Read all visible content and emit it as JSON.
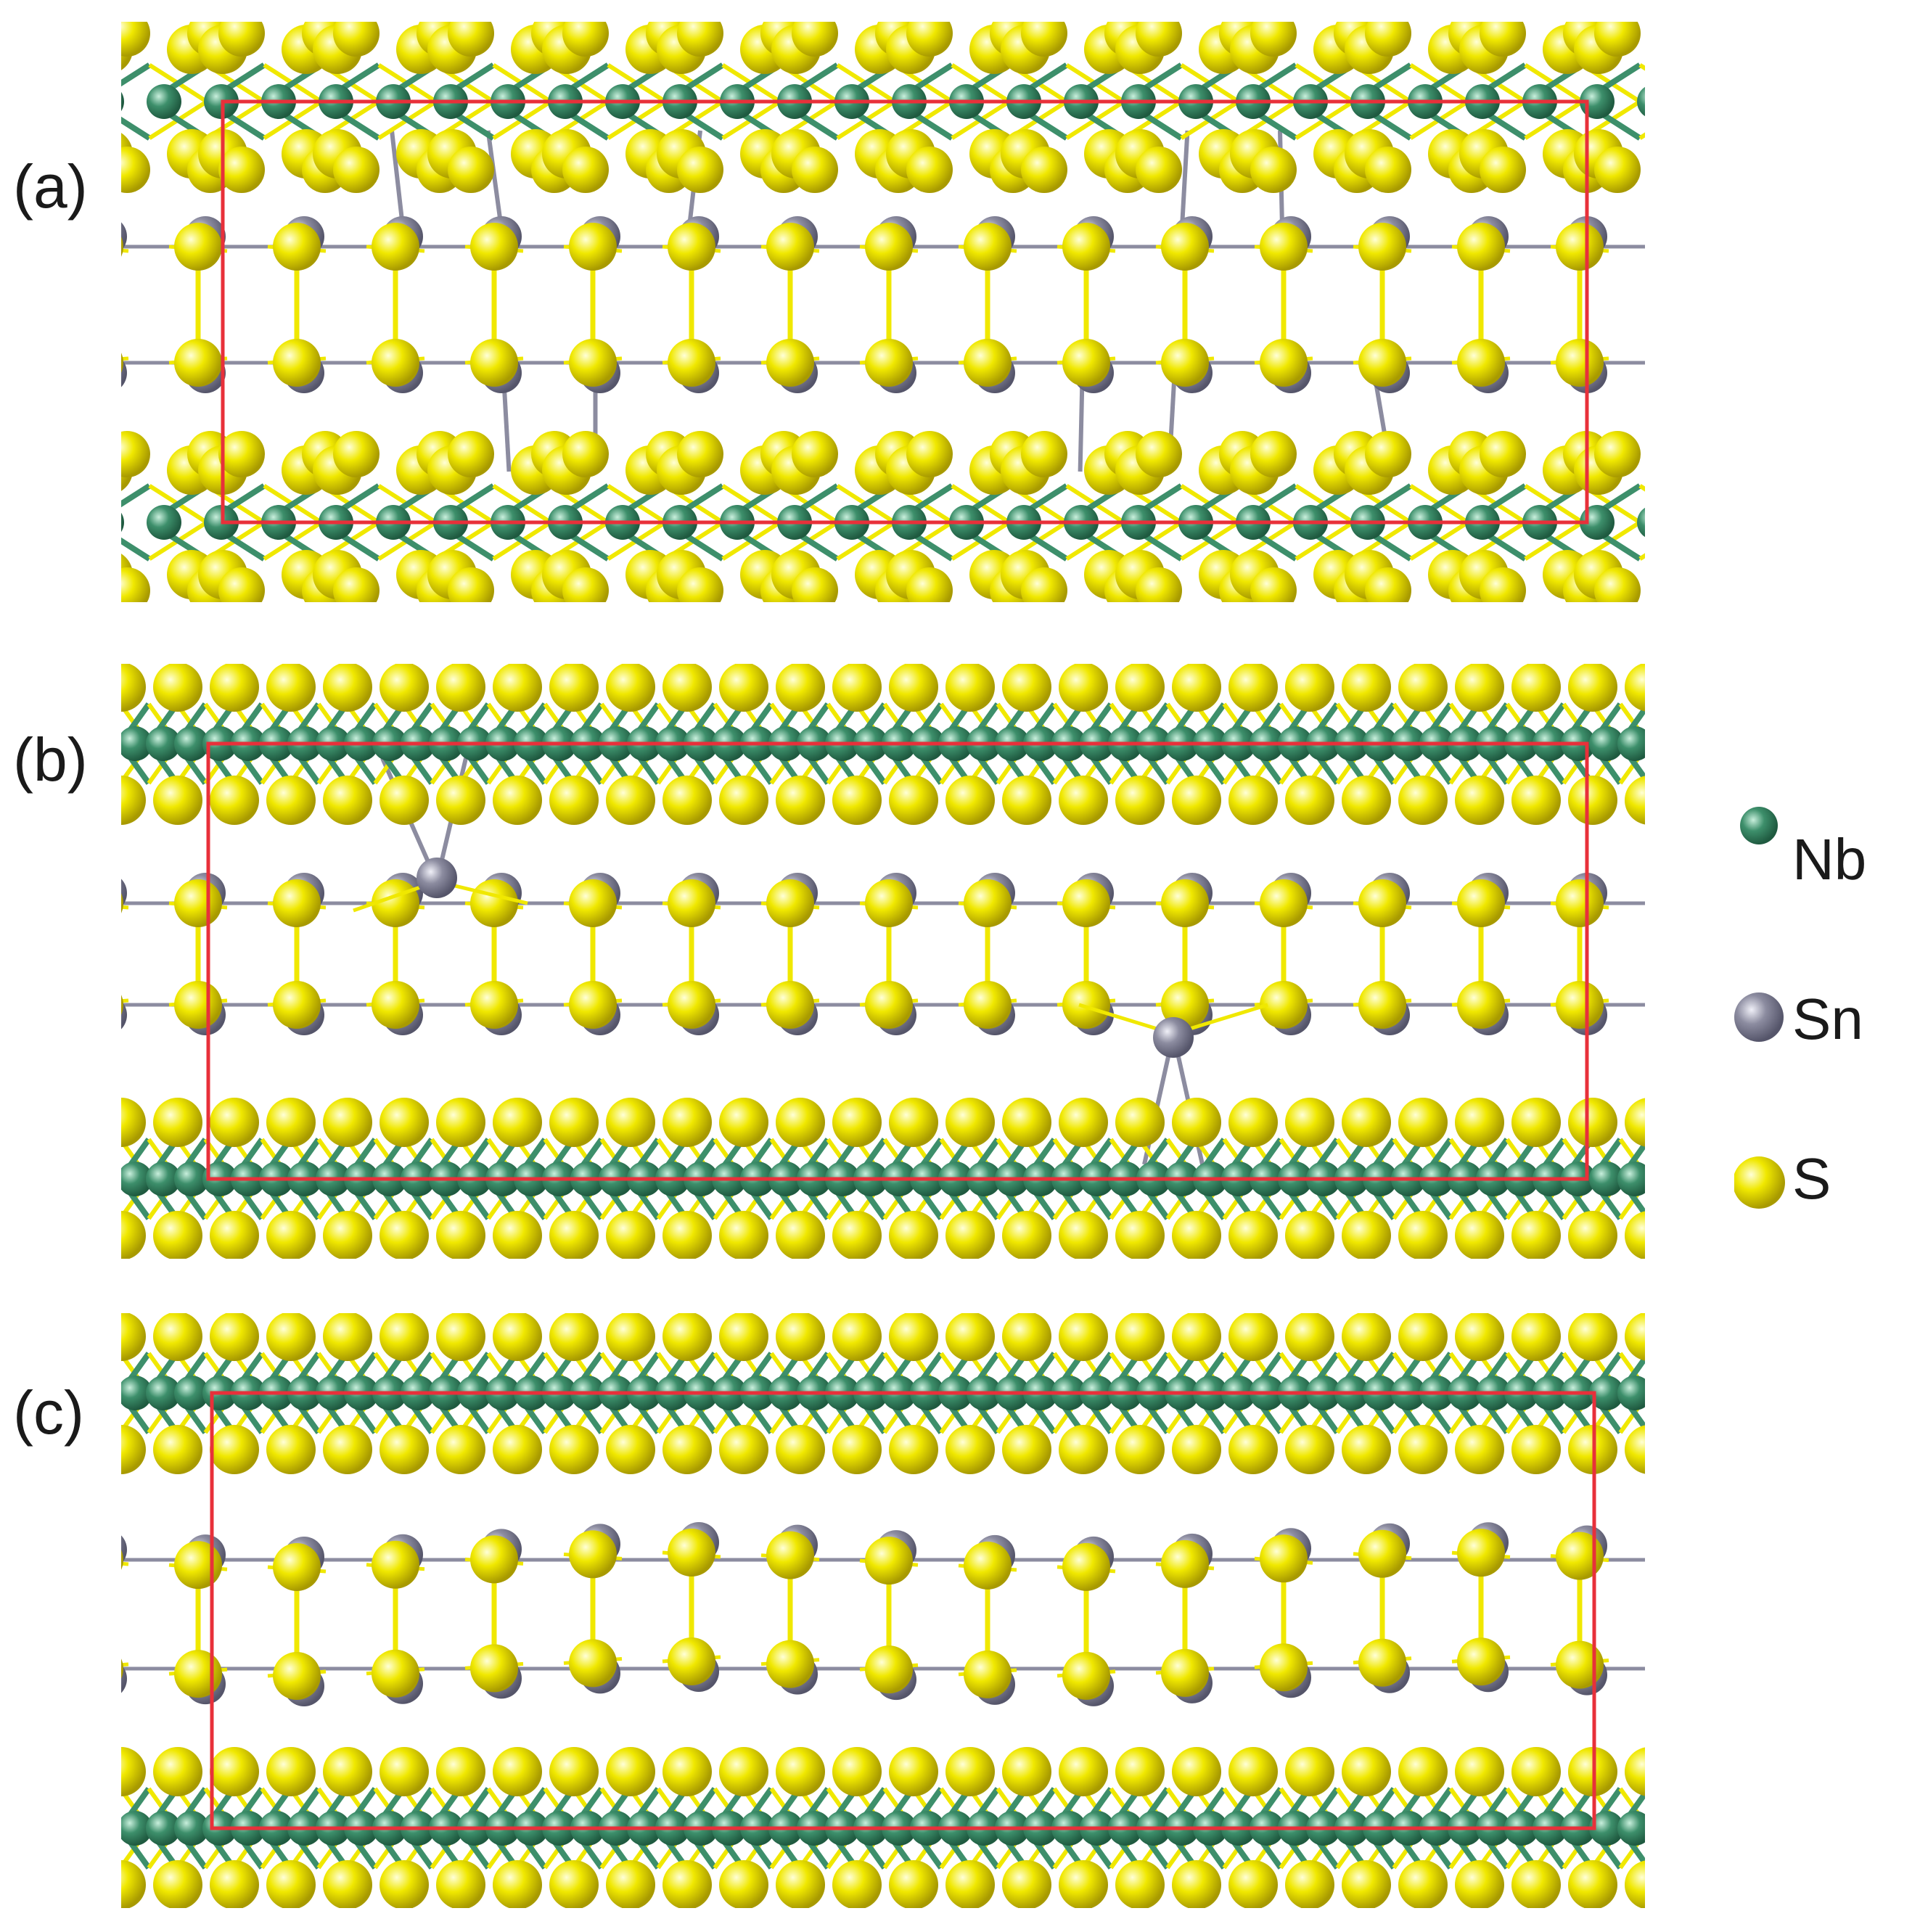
{
  "panels": [
    {
      "label": "(a)",
      "interlayer_bonds": "sparse"
    },
    {
      "label": "(b)",
      "interlayer_bonds": "interstitial"
    },
    {
      "label": "(c)",
      "interlayer_bonds": "none"
    }
  ],
  "legend": [
    {
      "element": "Nb",
      "color": "#3d8f6b"
    },
    {
      "element": "Sn",
      "color": "#8c8ca0"
    },
    {
      "element": "S",
      "color": "#f0e800"
    }
  ],
  "colors": {
    "nb": "#3d8f6b",
    "sn": "#8c8ca0",
    "s": "#f0e800",
    "cell": "#e8303a"
  }
}
